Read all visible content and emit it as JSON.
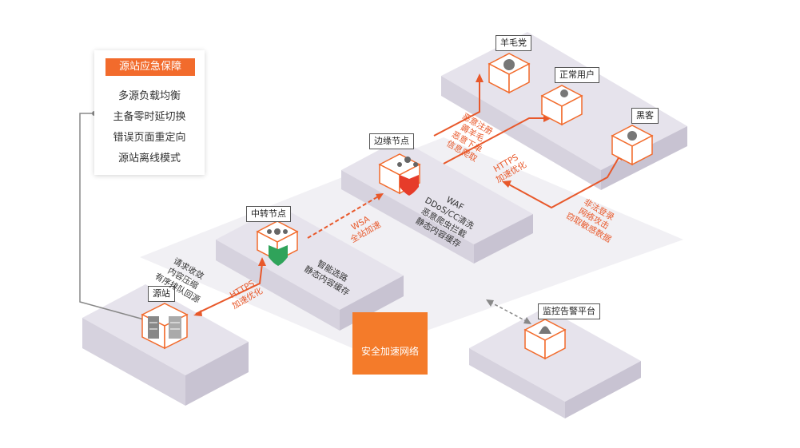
{
  "legend": {
    "title": "源站应急保障",
    "items": [
      "多源负载均衡",
      "主备零时延切换",
      "错误页面重定向",
      "源站离线模式"
    ]
  },
  "nodes": {
    "origin": "源站",
    "relay": "中转节点",
    "edge": "边缘节点",
    "monitor": "监控告警平台",
    "wool": "羊毛党",
    "users": "正常用户",
    "hacker": "黑客"
  },
  "origin_tags": [
    "请求收敛",
    "内容压缩",
    "有序排队回源"
  ],
  "relay_tags": [
    "智能选路",
    "静态内容缓存"
  ],
  "edge_tags": [
    "WAF",
    "DDoS/CC清洗",
    "恶意爬虫拦截",
    "静态内容缓存"
  ],
  "link_origin_relay": [
    "HTTPS",
    "加速优化"
  ],
  "link_relay_edge": [
    "WSA",
    "全站加速"
  ],
  "link_edge_users": [
    "HTTPS",
    "加速优化"
  ],
  "wool_tags": [
    "恶意注册",
    "薅羊毛",
    "恶意下单",
    "信息爬取"
  ],
  "hacker_tags": [
    "非法登录",
    "网络攻击",
    "窃取敏感数据"
  ],
  "network_label": "安全加速网络",
  "colors": {
    "accent": "#f26b2c",
    "platform": "#e4e1ea",
    "platform_side": "#cfcbd8"
  }
}
